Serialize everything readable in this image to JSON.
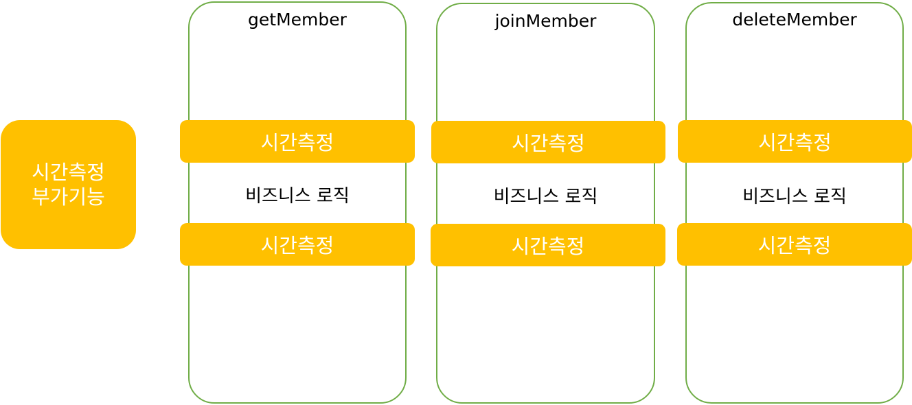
{
  "aspect": {
    "line1": "시간측정",
    "line2": "부가기능",
    "color": "#FFC000"
  },
  "methods": [
    {
      "title": "getMember",
      "before": "시간측정",
      "logic": "비즈니스 로직",
      "after": "시간측정"
    },
    {
      "title": "joinMember",
      "before": "시간측정",
      "logic": "비즈니스 로직",
      "after": "시간측정"
    },
    {
      "title": "deleteMember",
      "before": "시간측정",
      "logic": "비즈니스 로직",
      "after": "시간측정"
    }
  ],
  "colors": {
    "timing_fill": "#FFC000",
    "method_border": "#70AD47"
  }
}
